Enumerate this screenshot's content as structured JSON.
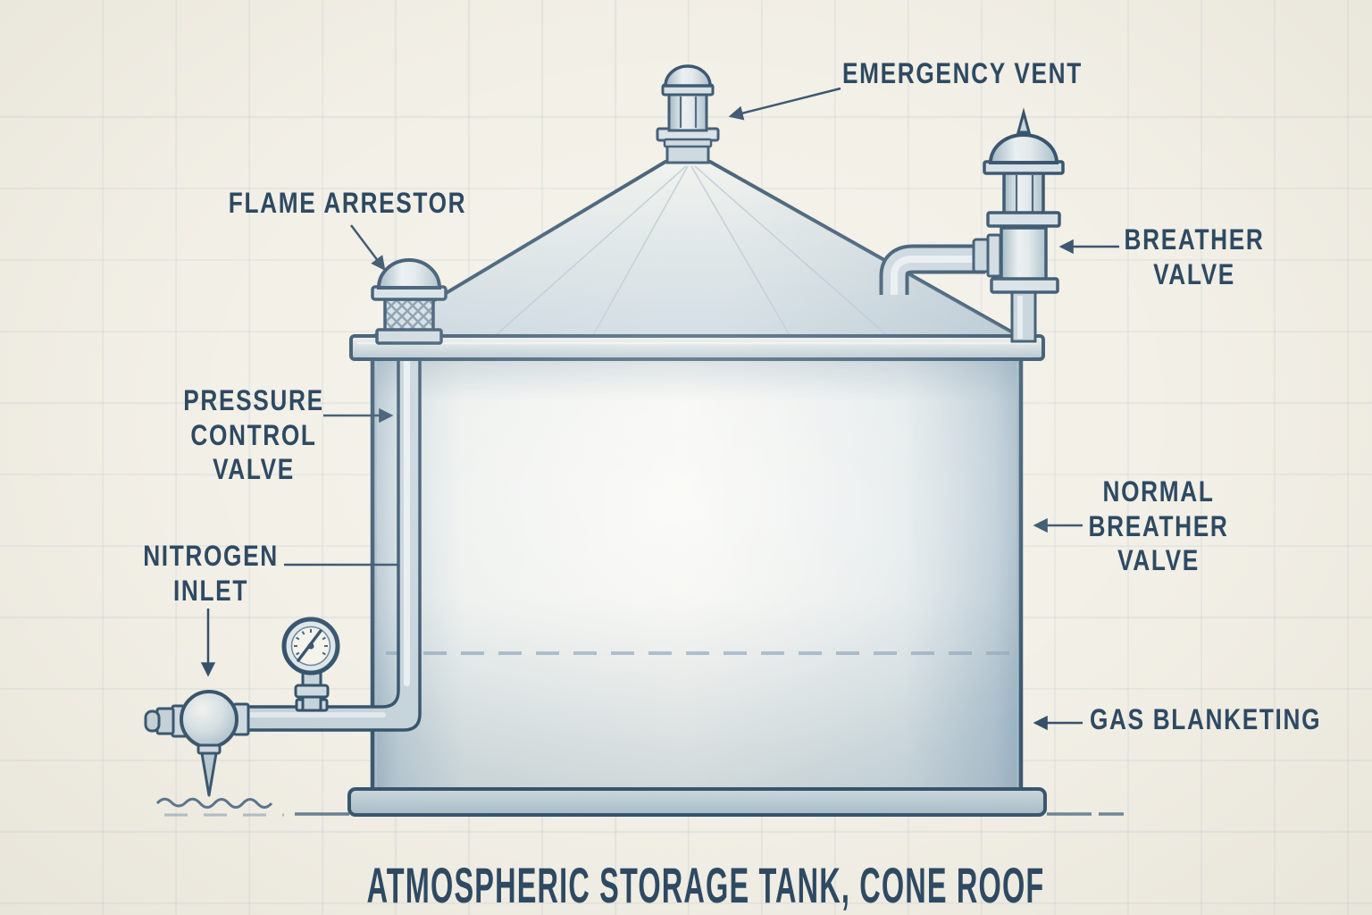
{
  "title": "ATMOSPHERIC STORAGE TANK, CONE ROOF",
  "labels": {
    "emergency_vent": "EMERGENCY VENT",
    "flame_arrestor": "FLAME ARRESTOR",
    "breather_valve": "BREATHER\nVALVE",
    "pressure_control_valve": "PRESSURE\nCONTROL\nVALVE",
    "nitrogen_inlet": "NITROGEN\nINLET",
    "normal_breather_valve": "NORMAL\nBREATHER\nVALVE",
    "gas_blanketing": "GAS BLANKETING"
  },
  "colors": {
    "paper": "#f2efe6",
    "grid_line": "#d3d8d6",
    "ink": "#2e4a63",
    "outline": "#35536c",
    "metal_light": "#eef1f0",
    "metal_shade": "#a7bcc9",
    "tank_edge": "#aac0cc",
    "tank_center": "#f1f1eb",
    "level_dash": "#93a9bb"
  }
}
